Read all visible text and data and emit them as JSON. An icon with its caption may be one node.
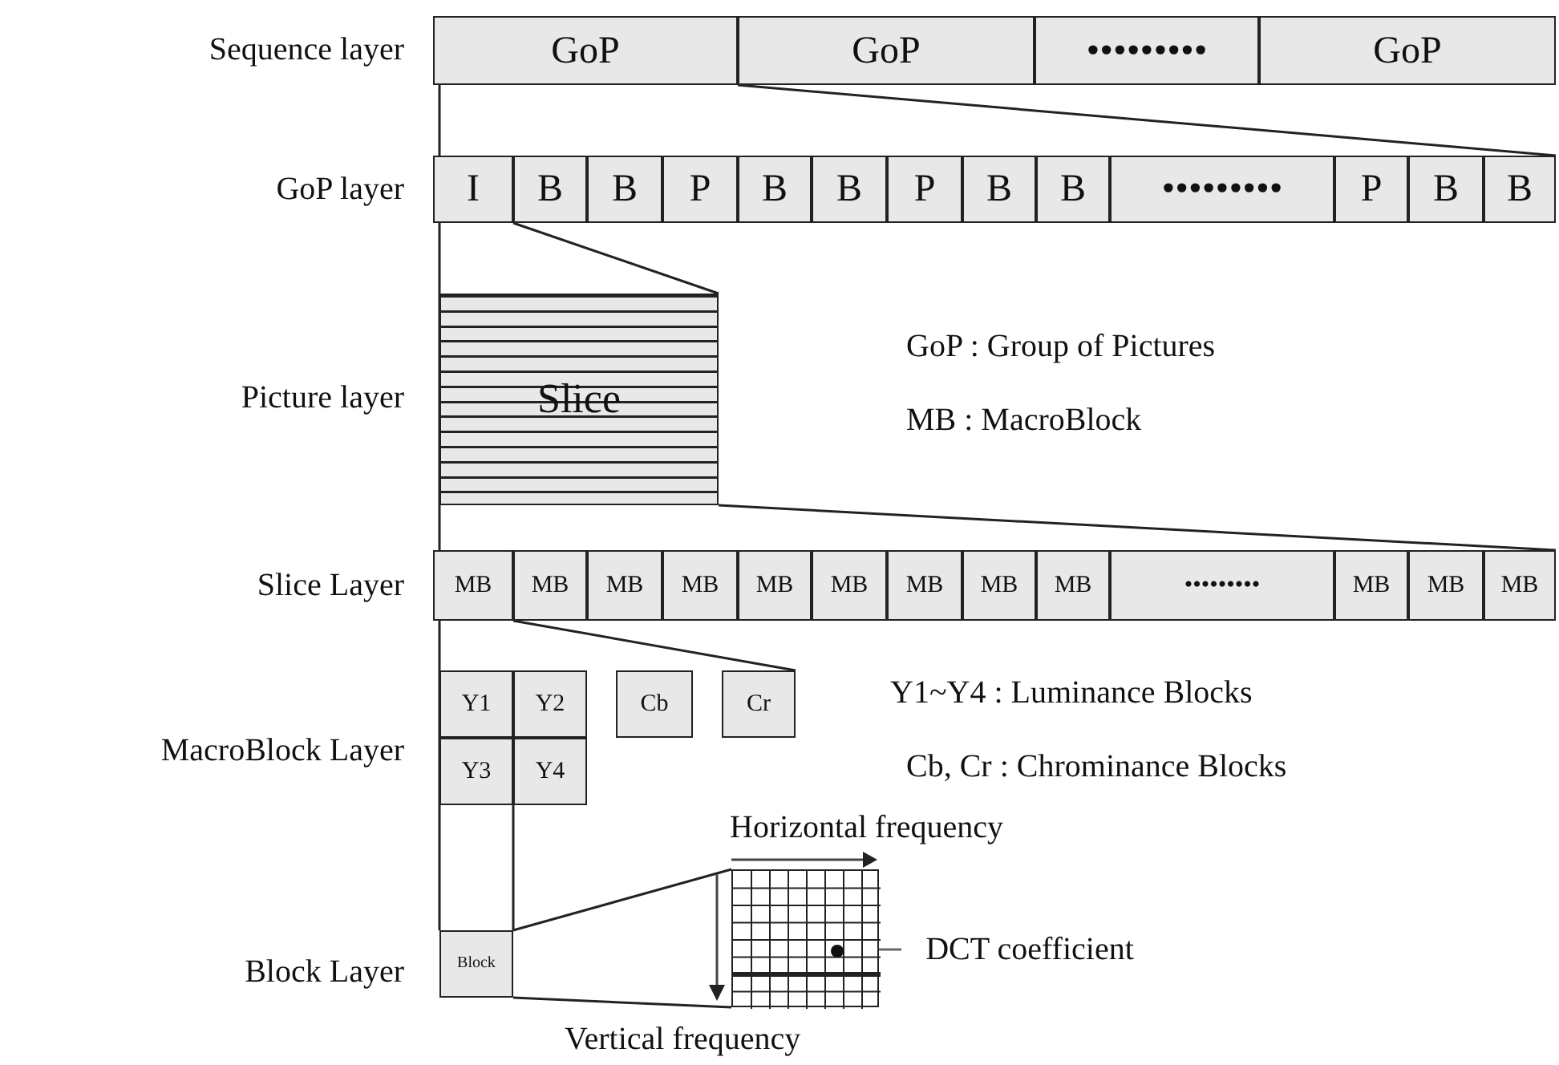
{
  "diagram": {
    "nodes": [
      {
        "text": [
          "GoP"
        ]
      },
      {
        "text": [
          "GoP"
        ]
      },
      {
        "text": [
          "•••••••••"
        ]
      },
      {
        "text": [
          "GoP"
        ]
      },
      {
        "text": [],
        "shape": "bar"
      },
      {
        "text": [
          "I"
        ],
        "in": 4
      },
      {
        "text": [
          "B"
        ],
        "in": 4
      },
      {
        "text": [
          "B"
        ],
        "in": 4
      },
      {
        "text": [
          "P"
        ],
        "in": 4
      },
      {
        "text": [
          "B"
        ],
        "in": 4
      },
      {
        "text": [
          "B"
        ],
        "in": 4
      },
      {
        "text": [
          "P"
        ],
        "in": 4
      },
      {
        "text": [
          "B"
        ],
        "in": 4
      },
      {
        "text": [
          "B"
        ],
        "in": 4
      },
      {
        "text": [
          "•••••••••"
        ],
        "in": 4
      },
      {
        "text": [
          "P"
        ],
        "in": 4
      },
      {
        "text": [
          "B"
        ],
        "in": 4
      },
      {
        "text": [
          "B"
        ],
        "in": 4
      },
      {
        "text": [
          "Slice"
        ]
      },
      {
        "text": [],
        "shape": "bar"
      },
      {
        "text": [
          "MB"
        ],
        "in": 19
      },
      {
        "text": [
          "MB"
        ],
        "in": 19
      },
      {
        "text": [
          "MB"
        ],
        "in": 19
      },
      {
        "text": [
          "MB"
        ],
        "in": 19
      },
      {
        "text": [
          "MB"
        ],
        "in": 19
      },
      {
        "text": [
          "MB"
        ],
        "in": 19
      },
      {
        "text": [
          "MB"
        ],
        "in": 19
      },
      {
        "text": [
          "MB"
        ],
        "in": 19
      },
      {
        "text": [
          "MB"
        ],
        "in": 19
      },
      {
        "text": [
          "•••••••••"
        ],
        "in": 19
      },
      {
        "text": [
          "MB"
        ],
        "in": 19
      },
      {
        "text": [
          "MB"
        ],
        "in": 19
      },
      {
        "text": [
          "MB"
        ],
        "in": 19
      },
      {
        "text": [
          "Y1"
        ]
      },
      {
        "text": [
          "Y2"
        ]
      },
      {
        "text": [
          "Cb"
        ]
      },
      {
        "text": [
          "Cr"
        ]
      },
      {
        "text": [
          "Y3"
        ]
      },
      {
        "text": [
          "Y4"
        ]
      },
      {
        "text": [
          "Block"
        ]
      },
      {
        "text": [],
        "shape": "box"
      },
      {
        "text": [
          "DCT coefficient"
        ]
      },
      {
        "text": [],
        "shape": "circle",
        "in": 40
      }
    ],
    "edges": [
      {
        "from": 1,
        "to": 4,
        "arrow": "none"
      },
      {
        "from": 5,
        "to": 18,
        "arrow": "none"
      },
      {
        "from": 18,
        "to": 19,
        "arrow": "none"
      },
      {
        "from": 20,
        "to": 36,
        "arrow": "none"
      },
      {
        "from": 39,
        "to": 40,
        "arrow": "none"
      },
      {
        "from": 39,
        "to": 40,
        "arrow": "none"
      },
      {
        "from": 41,
        "to": 42,
        "arrow": "none"
      }
    ],
    "labels": [
      "Sequence layer",
      "GoP layer",
      "Picture layer",
      "GoP : Group of Pictures",
      "MB : MacroBlock",
      "Slice Layer",
      "Y1~Y4 : Luminance Blocks",
      "MacroBlock Layer",
      "Cb, Cr : Chrominance Blocks",
      "Horizontal frequency",
      "Block Layer",
      "Vertical frequency"
    ]
  }
}
